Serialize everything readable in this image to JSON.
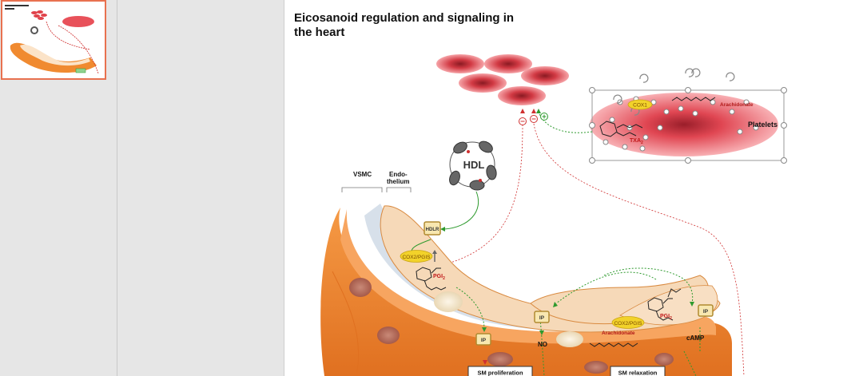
{
  "slide": {
    "title": "Eicosanoid regulation and signaling in the heart"
  },
  "labels": {
    "vsmc": "VSMC",
    "endothelium_1": "Endo-",
    "endothelium_2": "thelium",
    "hdl": "HDL",
    "hdlr": "HDLR",
    "cox2_pgis_1": "COX2/PGIS",
    "pgi2_1": "PGI",
    "ip_1": "IP",
    "ip_2": "IP",
    "ip_3": "IP",
    "no": "NO",
    "cox2_pgis_2": "COX2/PGIS",
    "arachidonate_1": "Arachidonate",
    "pgi2_2": "PGI",
    "camp": "cAMP",
    "sm_proliferation": "SM proliferation",
    "sm_relaxation": "SM relaxation",
    "platelets": "Platelets",
    "arachidonate_2": "Arachidonate",
    "cox1": "COX1",
    "txa2": "TXA",
    "sub2": "2"
  },
  "colors": {
    "accent_selected": "#e8714f",
    "rbc": "#e0424a",
    "platelet": "#e8515a",
    "cell_orange": "#f08a30",
    "inhibit_red": "#d03030",
    "activate_green": "#2e9a2e"
  }
}
